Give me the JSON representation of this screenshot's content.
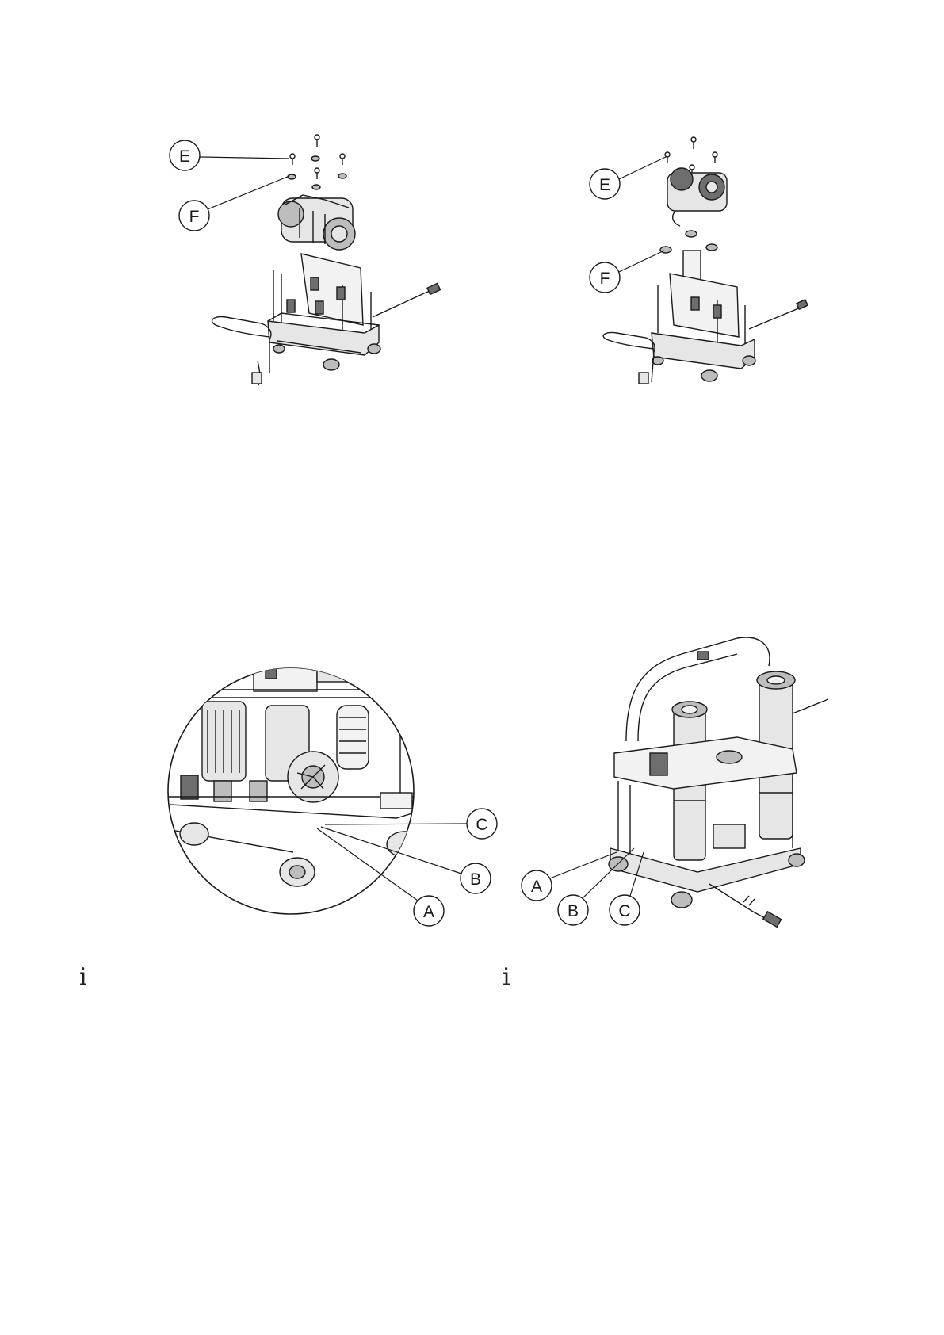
{
  "figures": {
    "fig1": {
      "callouts": [
        "E",
        "F"
      ]
    },
    "fig2": {
      "callouts": [
        "E",
        "F"
      ]
    },
    "fig3": {
      "callouts": [
        "C",
        "B",
        "A"
      ]
    },
    "fig4": {
      "callouts": [
        "A",
        "B",
        "C"
      ]
    }
  },
  "info_icons": {
    "left": "i",
    "right": "i"
  },
  "colors": {
    "line": "#1a1a1a",
    "fill_light": "#e6e6e6",
    "fill_mid": "#bdbdbd",
    "fill_dark": "#6e6e6e"
  }
}
